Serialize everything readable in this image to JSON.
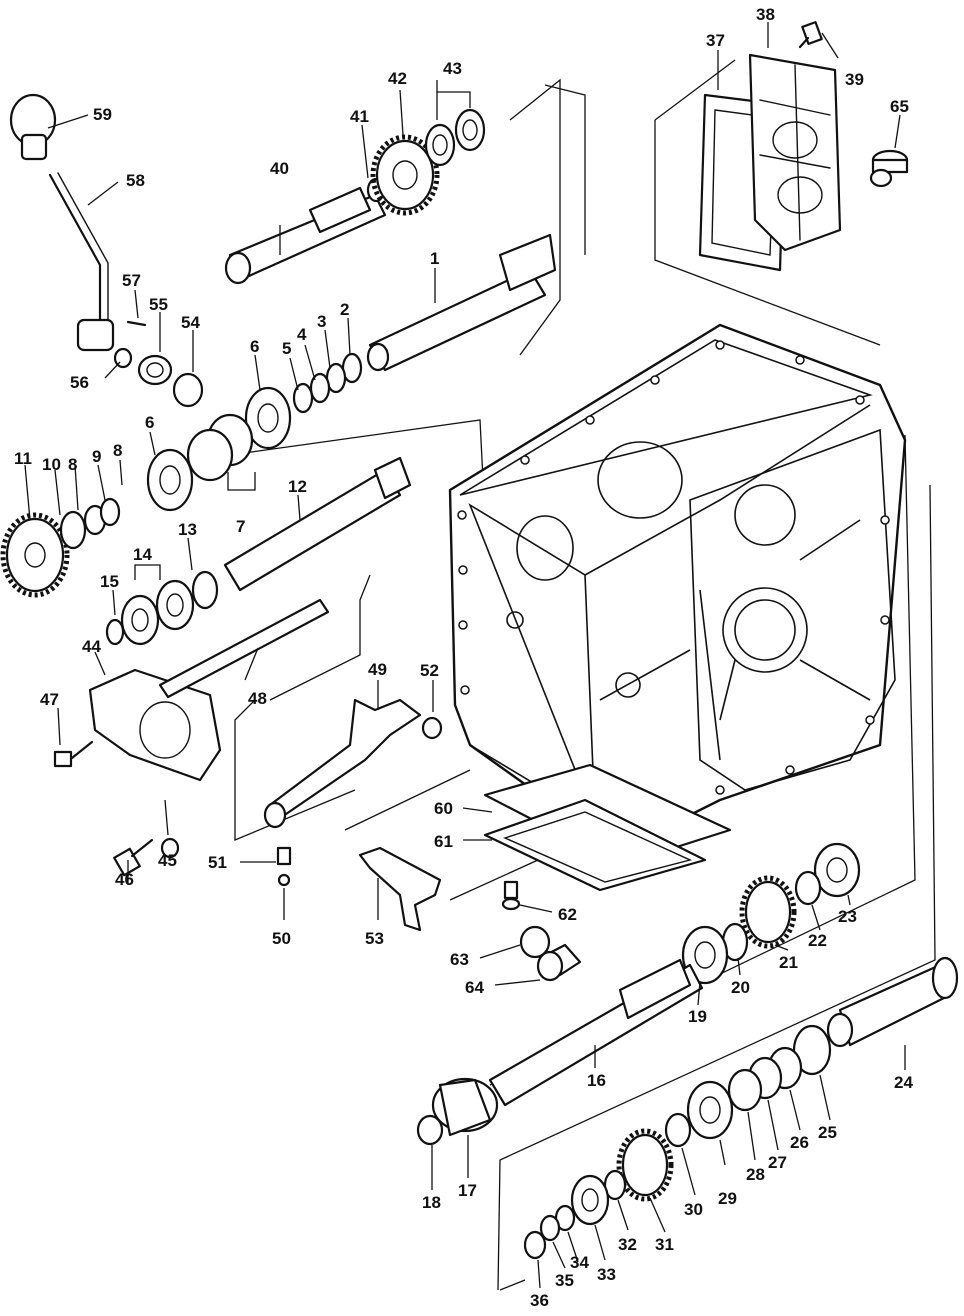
{
  "callouts": {
    "c1": "1",
    "c2": "2",
    "c3": "3",
    "c4": "4",
    "c5": "5",
    "c6a": "6",
    "c6b": "6",
    "c7": "7",
    "c8": "8",
    "c9": "9",
    "c10": "10",
    "c11": "11",
    "c12": "12",
    "c13": "13",
    "c14": "14",
    "c15": "15",
    "c16": "16",
    "c17": "17",
    "c18": "18",
    "c19": "19",
    "c20": "20",
    "c21": "21",
    "c22": "22",
    "c23": "23",
    "c24": "24",
    "c25": "25",
    "c26": "26",
    "c27": "27",
    "c28": "28",
    "c29": "29",
    "c30": "30",
    "c31": "31",
    "c32": "32",
    "c33": "33",
    "c34": "34",
    "c35": "35",
    "c36": "36",
    "c37": "37",
    "c38": "38",
    "c39": "39",
    "c40": "40",
    "c41": "41",
    "c42": "42",
    "c43": "43",
    "c44": "44",
    "c45": "45",
    "c46": "46",
    "c47": "47",
    "c48": "48",
    "c49": "49",
    "c50": "50",
    "c51": "51",
    "c52": "52",
    "c53": "53",
    "c54": "54",
    "c55": "55",
    "c56": "56",
    "c57": "57",
    "c58": "58",
    "c59": "59",
    "c60": "60",
    "c61": "61",
    "c62": "62",
    "c63": "63",
    "c64": "64",
    "c65": "65"
  }
}
